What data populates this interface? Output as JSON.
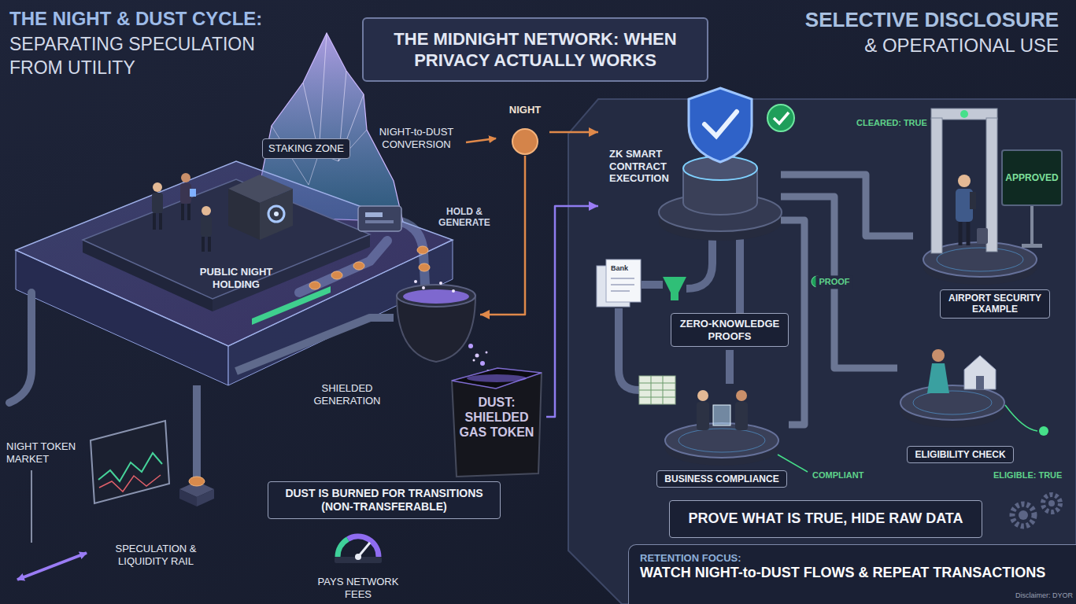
{
  "diagram": {
    "title": "THE MIDNIGHT NETWORK: WHEN PRIVACY ACTUALLY WORKS",
    "nodes": [
      {
        "text": [
          "STAKING ZONE"
        ]
      },
      {
        "text": [
          "NIGHT"
        ]
      },
      {
        "text": [
          "SHIELDED GENERATION"
        ]
      },
      {
        "text": [
          "DUST: SHIELDED GAS TOKEN"
        ]
      },
      {
        "text": [
          "DUST IS BURNED FOR TRANSITIONS (NON-TRANSFERABLE)"
        ]
      },
      {
        "text": [
          "ZK SMART CONTRACT EXECUTION"
        ]
      },
      {
        "text": [
          "ZERO-KNOWLEDGE PROOFS"
        ]
      },
      {
        "text": [
          "AIRPORT SECURITY EXAMPLE"
        ]
      },
      {
        "text": [
          "APPROVED"
        ],
        "in": 7
      },
      {
        "text": [
          "ELIGIBILITY CHECK"
        ]
      },
      {
        "text": [
          "BUSINESS COMPLIANCE"
        ]
      },
      {
        "text": [
          "PROVE WHAT IS TRUE, HIDE RAW DATA"
        ]
      },
      {
        "text": [
          "RETENTION FOCUS:",
          "WATCH NIGHT-to-DUST FLOWS & REPEAT TRANSACTIONS"
        ]
      }
    ],
    "edges": [
      {
        "from": 1,
        "to": 2,
        "arrow": "to"
      },
      {
        "from": 1,
        "to": 5,
        "arrow": "to"
      },
      {
        "from": 3,
        "to": 5,
        "arrow": "to"
      },
      {
        "from": 5,
        "to": 7,
        "arrow": "none"
      },
      {
        "from": 5,
        "to": 9,
        "arrow": "none",
        "label": "PROOF"
      },
      {
        "from": 5,
        "to": 10,
        "arrow": "none"
      }
    ],
    "labels": [
      "THE NIGHT & DUST CYCLE:",
      "SEPARATING SPECULATION FROM UTILITY",
      "SELECTIVE DISCLOSURE",
      "& OPERATIONAL USE",
      "NIGHT-to-DUST CONVERSION",
      "PUBLIC NIGHT HOLDING",
      "HOLD & GENERATE",
      "NIGHT TOKEN MARKET",
      "SPECULATION & LIQUIDITY RAIL",
      "PAYS NETWORK FEES",
      "CLEARED: TRUE",
      "Bank",
      "ELIGIBLE: TRUE",
      "COMPLIANT",
      "Disclaimer: DYOR"
    ]
  }
}
